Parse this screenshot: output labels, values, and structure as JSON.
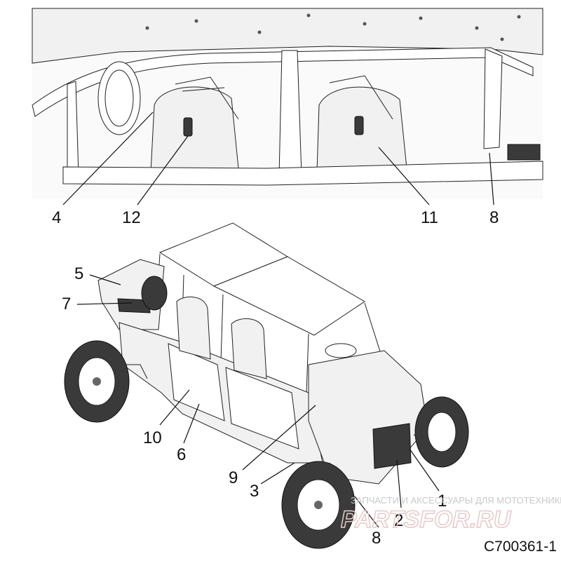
{
  "figure_code": "C700361-1",
  "watermark": {
    "caption": "ЗАПЧАСТИ И АКСЕССУАРЫ ДЛЯ МОТОТЕХНИКИ",
    "brand": "PARTSFOR.RU"
  },
  "callouts_top": [
    "4",
    "12",
    "11",
    "8"
  ],
  "callouts_bottom": [
    "5",
    "7",
    "10",
    "6",
    "9",
    "3",
    "2",
    "1",
    "8"
  ]
}
